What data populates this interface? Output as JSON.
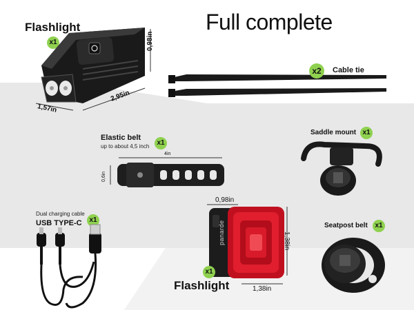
{
  "heading": "Full complete",
  "items": {
    "flashlight_front": {
      "label": "Flashlight",
      "qty": "x1",
      "dim_width": "1,57in",
      "dim_length": "2,95in",
      "dim_height": "0,98in"
    },
    "cable_tie": {
      "label": "Cable tie",
      "qty": "x2"
    },
    "elastic_belt": {
      "label": "Elastic belt",
      "sublabel": "up to about 4,5 inch",
      "qty": "x1",
      "dim_length": "4in",
      "dim_height": "0,6in"
    },
    "saddle_mount": {
      "label": "Saddle mount",
      "qty": "x1"
    },
    "usb_cable": {
      "label_small": "Dual charging cable",
      "label": "USB TYPE-C",
      "qty": "x1"
    },
    "rear_light": {
      "label": "Flashlight",
      "qty": "x1",
      "brand": "panarde",
      "dim_depth": "0,98in",
      "dim_height": "1,38in",
      "dim_width": "1,38in"
    },
    "seatpost_belt": {
      "label": "Seatpost belt",
      "qty": "x1"
    }
  },
  "colors": {
    "badge": "#8fd14f",
    "background_panel": "#e6e6e6",
    "rear_light_red": "#d8182a"
  }
}
